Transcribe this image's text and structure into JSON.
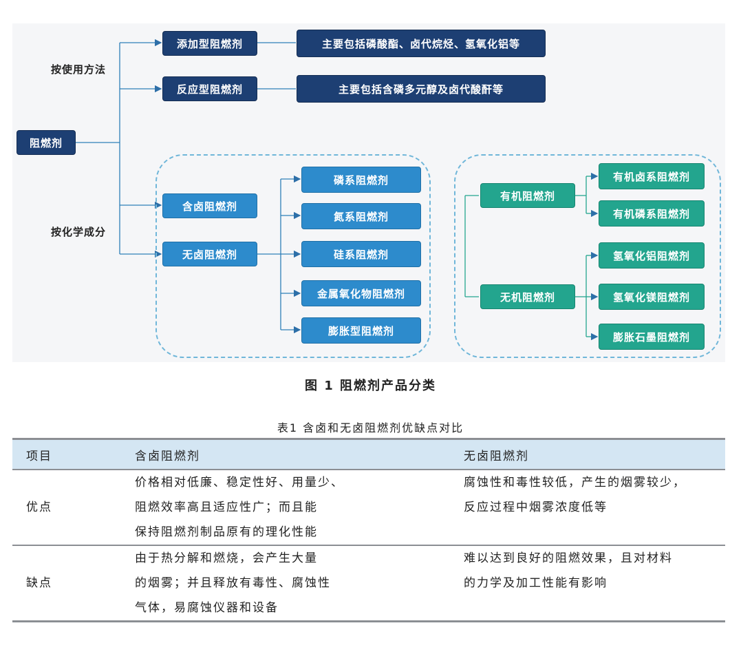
{
  "diagram": {
    "root": "阻燃剂",
    "by_method": {
      "label": "按使用方法",
      "items": [
        {
          "name": "添加型阻燃剂",
          "desc": "主要包括磷酸酯、卤代烷烃、氢氧化铝等"
        },
        {
          "name": "反应型阻燃剂",
          "desc": "主要包括含磷多元醇及卤代酸酐等"
        }
      ]
    },
    "by_chemistry": {
      "label": "按化学成分",
      "halogen": "含卤阻燃剂",
      "halogen_free": "无卤阻燃剂",
      "halogen_free_types": [
        "磷系阻燃剂",
        "氮系阻燃剂",
        "硅系阻燃剂",
        "金属氧化物阻燃剂",
        "膨胀型阻燃剂"
      ],
      "organic": {
        "name": "有机阻燃剂",
        "items": [
          "有机卤系阻燃剂",
          "有机磷系阻燃剂"
        ]
      },
      "inorganic": {
        "name": "无机阻燃剂",
        "items": [
          "氢氧化铝阻燃剂",
          "氢氧化镁阻燃剂",
          "膨胀石墨阻燃剂"
        ]
      }
    },
    "colors": {
      "navy": "#1d3f73",
      "blue": "#2d8bcc",
      "teal": "#23a58e",
      "dash": "#6fb6d9",
      "header": "#d4e6f3"
    }
  },
  "figure_caption": "图 1  阻燃剂产品分类",
  "table_caption": "表1  含卤和无卤阻燃剂优缺点对比",
  "table": {
    "headers": [
      "项目",
      "含卤阻燃剂",
      "无卤阻燃剂"
    ],
    "rows": [
      {
        "item": "优点",
        "halogen": [
          "价格相对低廉、稳定性好、用量少、",
          "阻燃效率高且适应性广；而且能",
          "保持阻燃剂制品原有的理化性能"
        ],
        "halogen_free": [
          "腐蚀性和毒性较低，产生的烟雾较少，",
          "反应过程中烟雾浓度低等"
        ]
      },
      {
        "item": "缺点",
        "halogen": [
          "由于热分解和燃烧，会产生大量",
          "的烟雾；并且释放有毒性、腐蚀性",
          "气体，易腐蚀仪器和设备"
        ],
        "halogen_free": [
          "难以达到良好的阻燃效果，且对材料",
          "的力学及加工性能有影响"
        ]
      }
    ]
  }
}
